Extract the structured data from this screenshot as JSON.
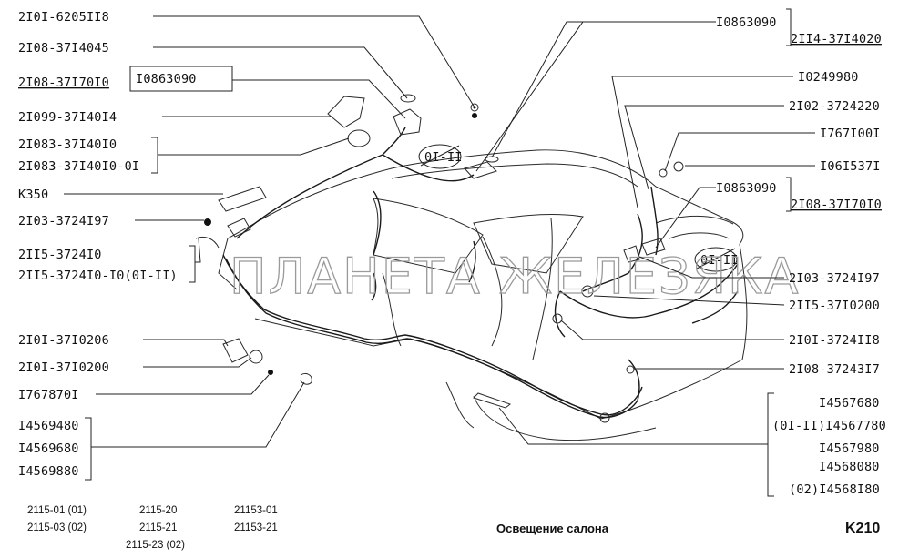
{
  "watermark": "ПЛАНЕТА ЖЕЛЕЗЯКА",
  "caption": "Освещение салона",
  "page_code": "K210",
  "variant_stamps": [
    "0I-II",
    "0I-II"
  ],
  "models": {
    "col1": [
      "2115-01 (01)",
      "2115-03 (02)"
    ],
    "col2": [
      "2115-20",
      "2115-21",
      "2115-23 (02)"
    ],
    "col3": [
      "21153-01",
      "21153-21"
    ]
  },
  "left_labels": [
    "2I0I-6205II8",
    "2I08-37I4045",
    "2I08-37I70I0",
    "I0863090",
    "2I099-37I40I4",
    "2I083-37I40I0",
    "2I083-37I40I0-0I",
    "K350",
    "2I03-3724I97",
    "2II5-3724I0",
    "2II5-3724I0-I0(0I-II)",
    "2I0I-37I0206",
    "2I0I-37I0200",
    "I767870I",
    "I4569480",
    "I4569680",
    "I4569880"
  ],
  "right_labels": [
    "I0863090",
    "2II4-37I4020",
    "I0249980",
    "2I02-3724220",
    "I767I00I",
    "I06I537I",
    "I0863090",
    "2I08-37I70I0",
    "2I03-3724I97",
    "2II5-37I0200",
    "2I0I-3724II8",
    "2I08-37243I7",
    "I4567680",
    "(0I-II)I4567780",
    "I4567980",
    "I4568080",
    "(02)I4568I80"
  ]
}
